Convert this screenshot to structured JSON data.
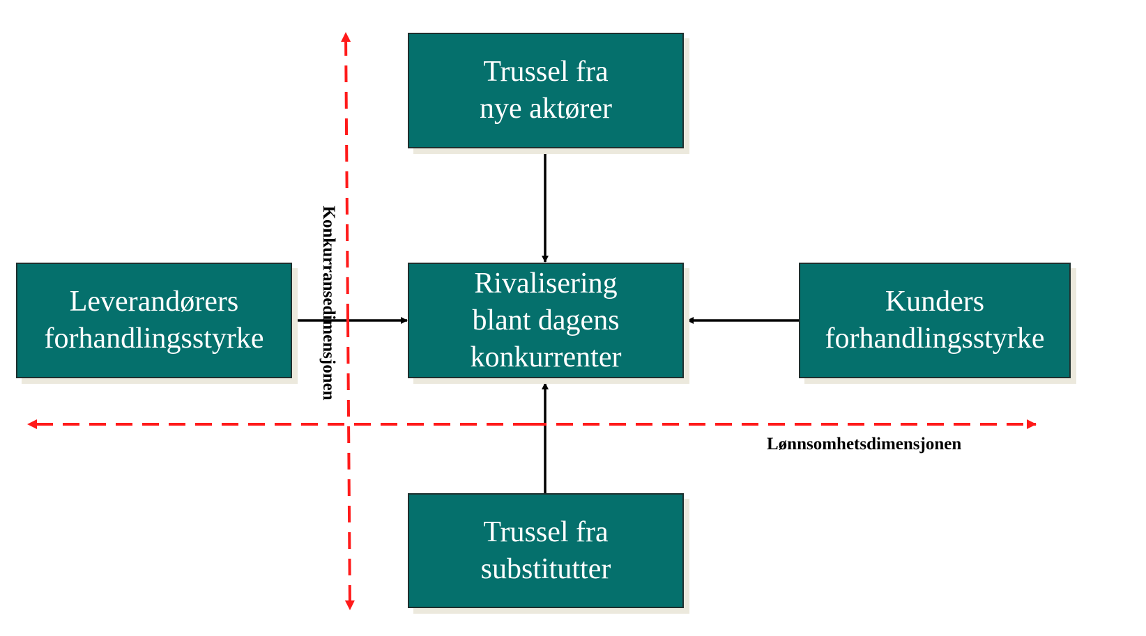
{
  "boxes": {
    "top": [
      "Trussel fra",
      "nye aktører"
    ],
    "center": [
      "Rivalisering",
      "blant dagens",
      "konkurrenter"
    ],
    "left": [
      "Leverandørers",
      "forhandlingsstyrke"
    ],
    "right": [
      "Kunders",
      "forhandlingsstyrke"
    ],
    "bottom": [
      "Trussel fra",
      "substitutter"
    ]
  },
  "axes": {
    "vertical_label": "Konkurransedimensjonen",
    "horizontal_label": "Lønnsomhetsdimensjonen"
  },
  "colors": {
    "box_fill": "#05706c",
    "axis_dash": "#ff1a1a",
    "arrow": "#000000"
  }
}
